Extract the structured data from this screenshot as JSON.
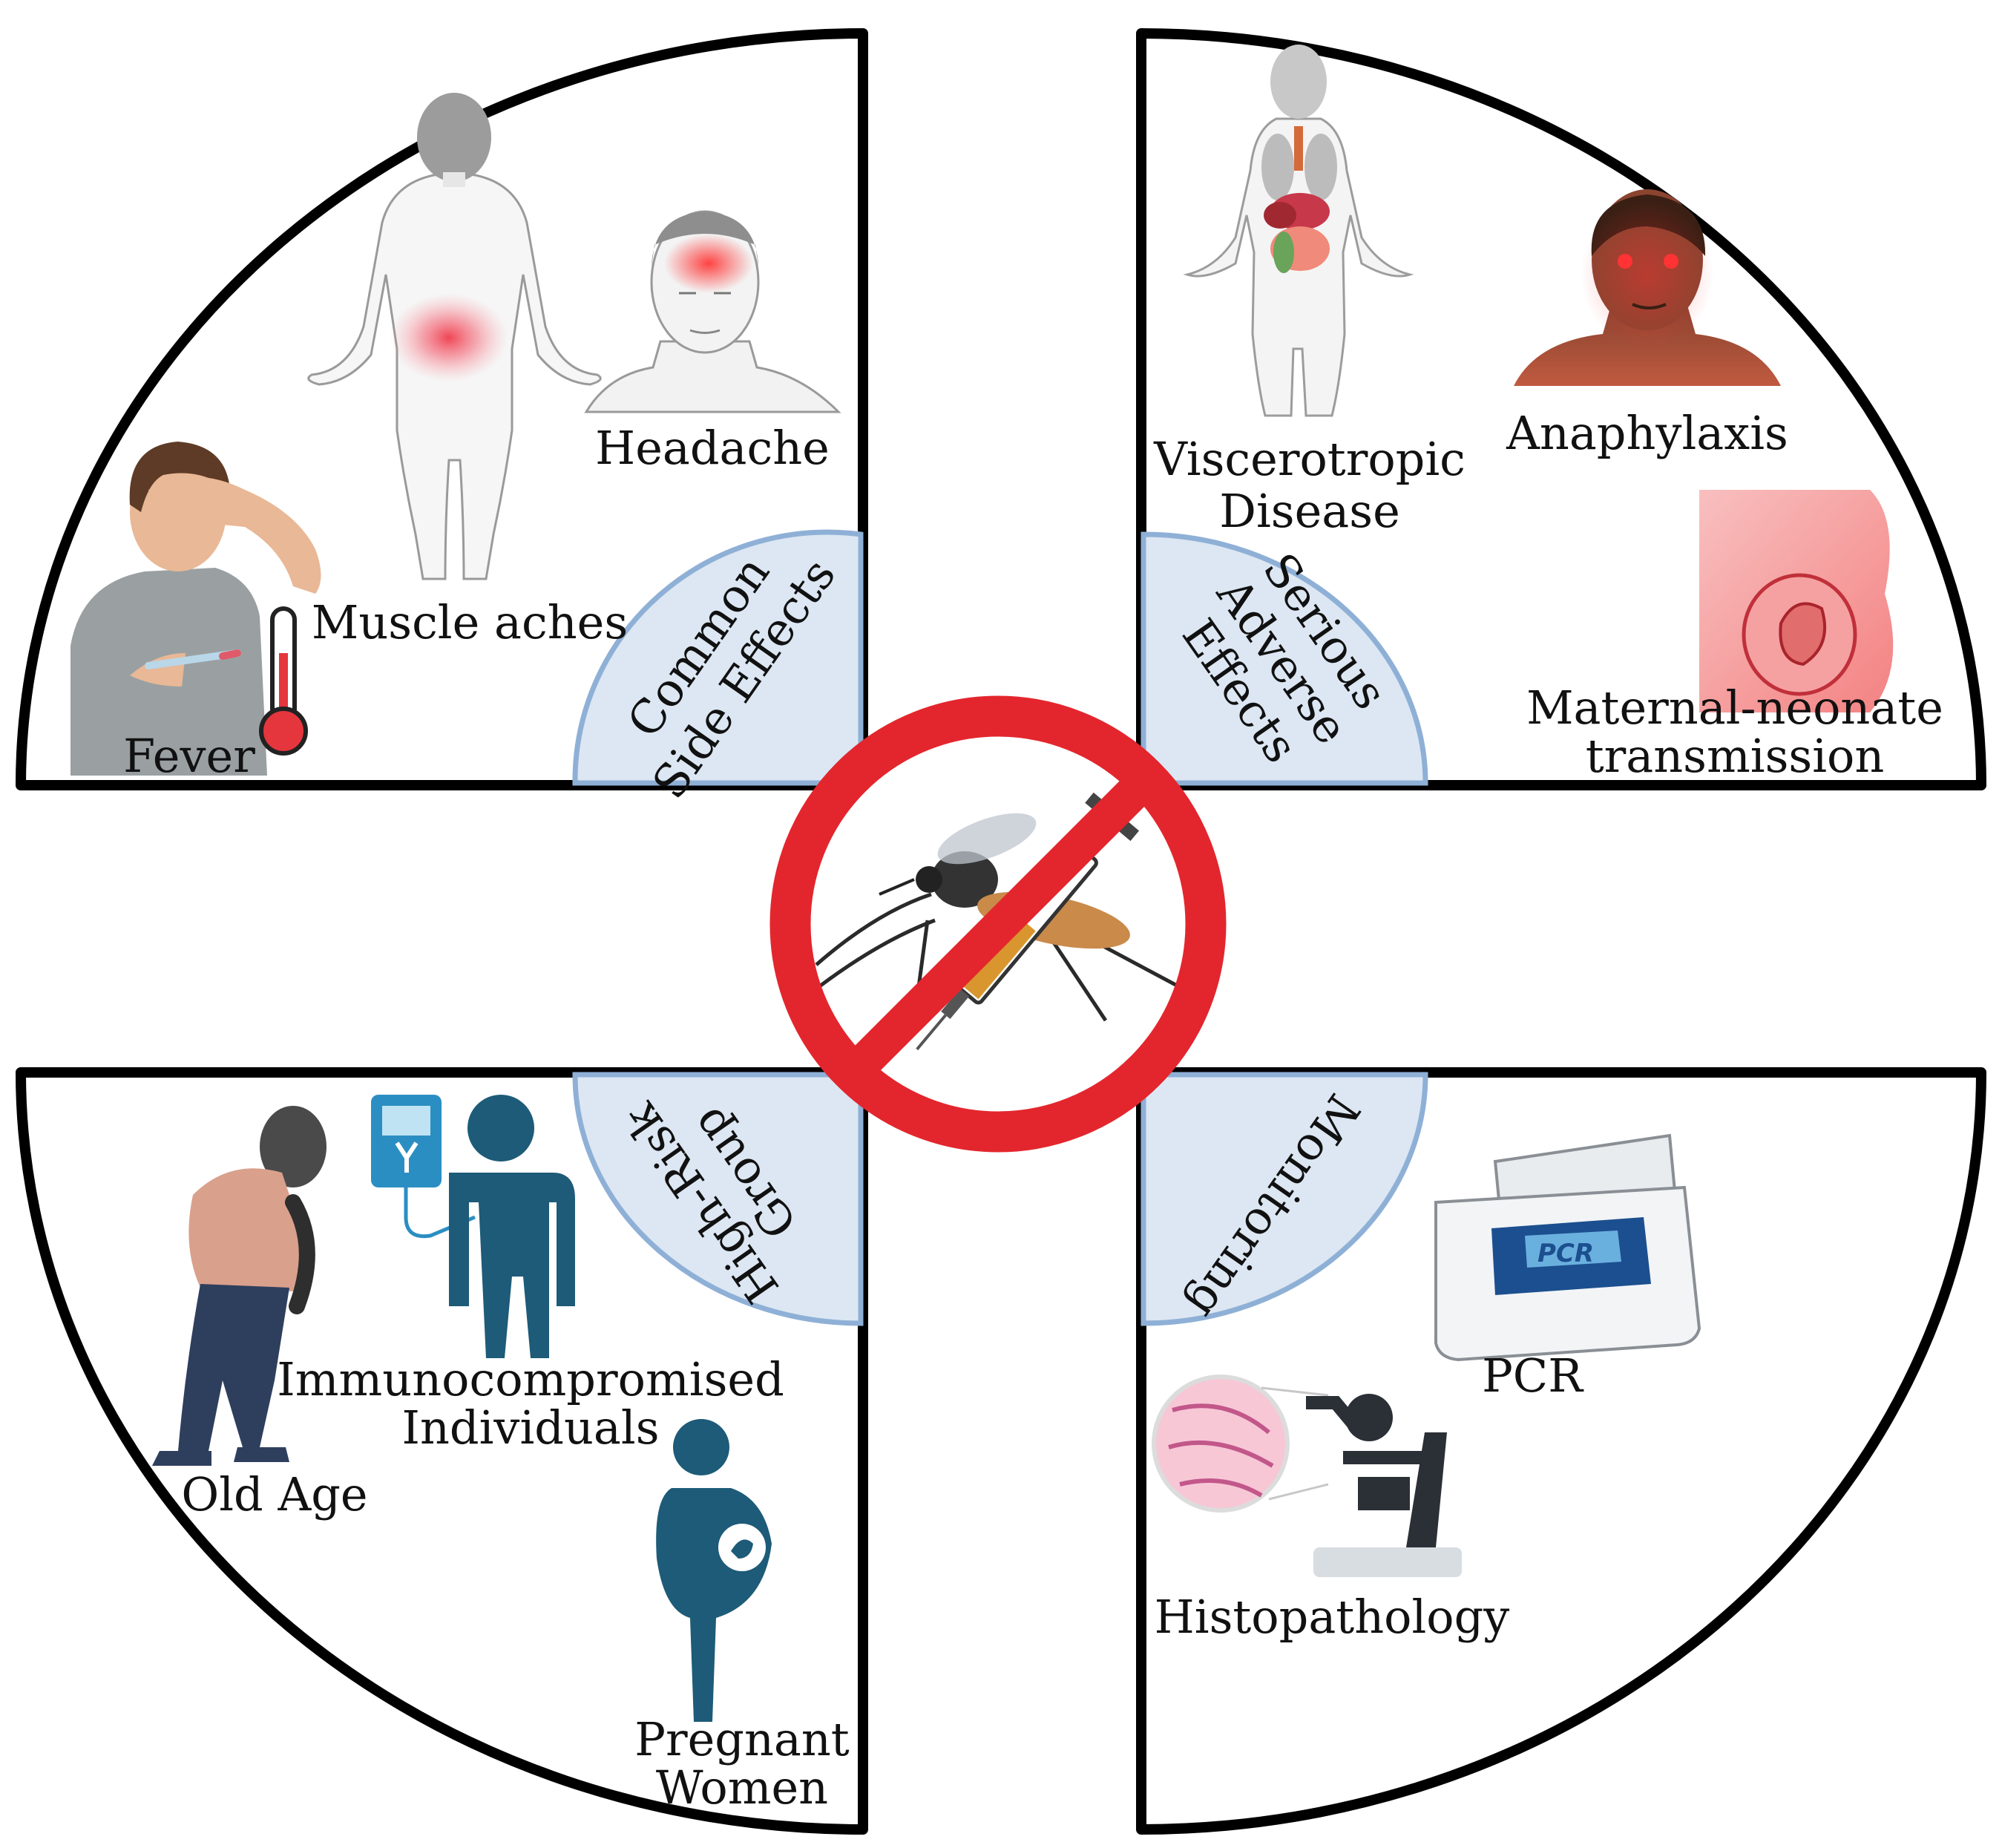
{
  "colors": {
    "outline": "#000000",
    "tab_fill": "#dce7f3",
    "tab_stroke": "#8fb0d6",
    "prohibit_red": "#e3262d",
    "teal_figure": "#1d5b78",
    "pain_glow": "#f03c4c",
    "skin_dark": "#7a3a2a",
    "syringe_fluid": "#d9962e"
  },
  "quadrants": {
    "top_left": {
      "tab_lines": [
        "Common",
        "Side Effects"
      ],
      "labels": {
        "headache": "Headache",
        "muscle": "Muscle aches",
        "fever": "Fever"
      },
      "icons": [
        "back-pain-body-icon",
        "headache-face-icon",
        "fever-person-icon",
        "thermometer-icon"
      ]
    },
    "top_right": {
      "tab_lines": [
        "Serious",
        "Adverse",
        "Effects"
      ],
      "labels": {
        "visc1": "Viscerotropic",
        "visc2": "Disease",
        "anaph": "Anaphylaxis",
        "mat1": "Maternal-neonate",
        "mat2": "transmission"
      },
      "icons": [
        "organs-body-icon",
        "anaphylaxis-face-icon",
        "pregnancy-womb-icon"
      ]
    },
    "bottom_left": {
      "tab_lines": [
        "High-Risk",
        "Group"
      ],
      "labels": {
        "immuno1": "Immunocompromised",
        "immuno2": "Individuals",
        "old": "Old Age",
        "preg1": "Pregnant",
        "preg2": "Women"
      },
      "icons": [
        "old-man-icon",
        "iv-bag-icon",
        "person-silhouette-icon",
        "pregnant-woman-icon"
      ]
    },
    "bottom_right": {
      "tab_lines": [
        "Monitoring"
      ],
      "labels": {
        "pcr": "PCR",
        "histo": "Histopathology",
        "pcr_screen": "PCR"
      },
      "icons": [
        "pcr-machine-icon",
        "microscope-icon",
        "tissue-slide-icon"
      ]
    }
  },
  "center": {
    "icons": [
      "prohibition-sign-icon",
      "mosquito-icon",
      "syringe-icon"
    ]
  }
}
